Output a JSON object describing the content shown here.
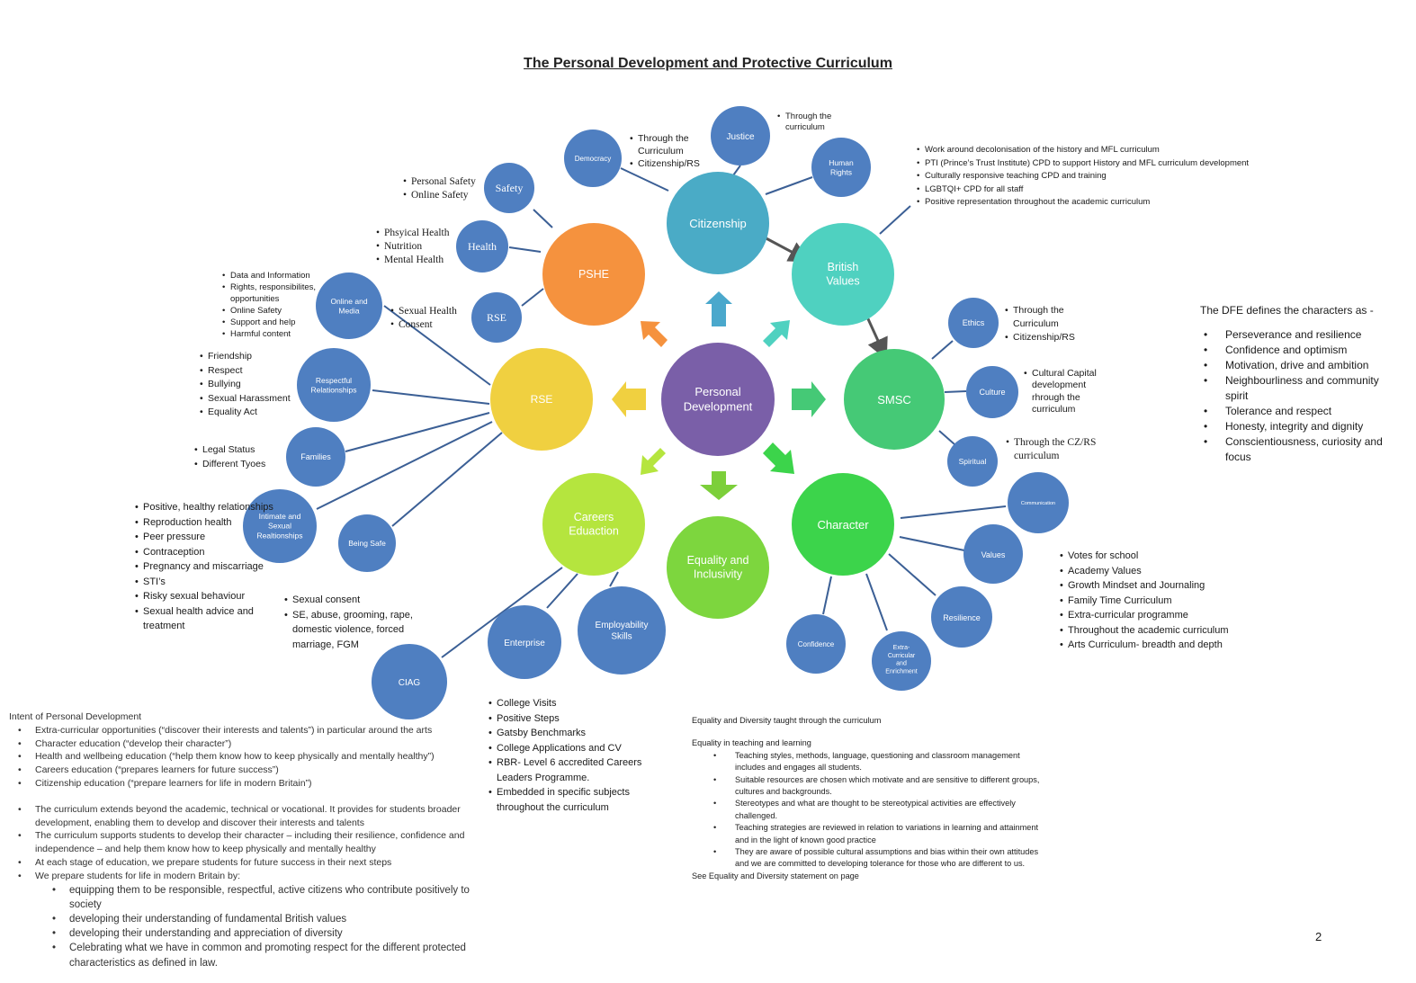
{
  "title": "The Personal Development and Protective Curriculum",
  "colors": {
    "blue": "#4f7fc1",
    "teal": "#4aabc6",
    "orange": "#f5923e",
    "yellow": "#f0d040",
    "purple": "#7a5fa8",
    "green": "#45c976",
    "lime": "#b5e53e",
    "aqua": "#4fd1c0",
    "bright_green": "#3cd44b",
    "line": "#3b5f95"
  },
  "nodes": {
    "personal_development": "Personal Development",
    "citizenship": "Citizenship",
    "british_values": "British Values",
    "smsc": "SMSC",
    "character": "Character",
    "equality": "Equality and Inclusivity",
    "careers": "Careers Eduaction",
    "rse_main": "RSE",
    "pshe": "PSHE",
    "democracy": "Democracy",
    "justice": "Justice",
    "human_rights": "Human Rights",
    "safety": "Safety",
    "health": "Health",
    "rse_small": "RSE",
    "online_media": "Online and Media",
    "respectful": "Respectful Relationships",
    "families": "Families",
    "intimate": "Intimate and Sexual Realtionships",
    "being_safe": "Being Safe",
    "ethics": "Ethics",
    "culture": "Culture",
    "spiritual": "Spiritual",
    "communication": "Communication",
    "values": "Values",
    "resilience": "Resilience",
    "extra_curricular": "Extra-Curricular and Enrichment",
    "confidence": "Confidence",
    "ciag": "CIAG",
    "enterprise": "Enterprise",
    "employability": "Employability Skills"
  },
  "notes": {
    "justice": [
      "Through the curriculum"
    ],
    "democracy": [
      "Through the Curriculum",
      "Citizenship/RS"
    ],
    "british_values": [
      "Work around decolonisation of the history and MFL curriculum",
      "PTI (Prince’s Trust Institute) CPD to support History and MFL curriculum development",
      "Culturally responsive teaching CPD and training",
      "LGBTQI+ CPD for all staff",
      "Positive representation throughout the academic curriculum"
    ],
    "safety": [
      "Personal Safety",
      "Online Safety"
    ],
    "health": [
      "Phsyical Health",
      "Nutrition",
      "Mental Health"
    ],
    "online_media": [
      "Data and Information",
      "Rights, responsibilites, opportunities",
      "Online Safety",
      "Support and help",
      "Harmful content"
    ],
    "rse_small": [
      "Sexual Health",
      "Consent"
    ],
    "respectful": [
      "Friendship",
      "Respect",
      "Bullying",
      "Sexual Harassment",
      "Equality Act"
    ],
    "families": [
      "Legal Status",
      "Different Tyoes"
    ],
    "intimate": [
      "Positive, healthy relationships",
      "Reproduction health",
      "Peer pressure",
      "Contraception",
      "Pregnancy and miscarriage",
      "STI’s",
      "Risky sexual behaviour",
      "Sexual health advice and treatment"
    ],
    "being_safe": [
      "Sexual consent",
      "SE, abuse, grooming, rape, domestic violence, forced marriage, FGM"
    ],
    "ethics": [
      "Through the Curriculum",
      "Citizenship/RS"
    ],
    "culture": [
      "Cultural Capital development rhrough the curriculum"
    ],
    "spiritual": [
      "Through the CZ/RS curriculum"
    ],
    "character": [
      "Votes for school",
      "Academy Values",
      "Growth Mindset and Journaling",
      "Family Time Curriculum",
      "Extra-curricular programme",
      "Throughout the academic curriculum",
      "Arts Curriculum- breadth and depth"
    ],
    "careers": [
      "College Visits",
      "Positive Steps",
      "Gatsby Benchmarks",
      "College Applications and CV",
      "RBR- Level 6 accredited Careers Leaders Programme.",
      "Embedded in specific subjects throughout the curriculum"
    ]
  },
  "dfe": {
    "heading": "The DFE defines the characters as -",
    "items": [
      "Perseverance and resilience",
      "Confidence and optimism",
      "Motivation, drive and ambition",
      "Neighbourliness and community spirit",
      "Tolerance and respect",
      "Honesty, integrity and dignity",
      "Conscientiousness, curiosity and focus"
    ]
  },
  "intent": {
    "heading": "Intent of Personal Development",
    "list1": [
      "Extra-curricular opportunities (“discover their interests and talents”) in particular around the arts",
      "Character education (“develop their character”)",
      "Health and wellbeing education (“help them know how to keep physically and mentally healthy”)",
      "Careers education (“prepares learners for future success”)",
      "Citizenship education (“prepare learners for life in modern Britain”)"
    ],
    "list2": [
      "The curriculum extends beyond the academic, technical or vocational. It provides for students broader development, enabling them to develop and discover their interests and talents",
      "The curriculum supports students to develop their character – including their resilience, confidence and independence – and help them know how to keep physically and mentally healthy",
      "At each stage of education, we prepare students for future success in their next steps",
      "We prepare students for life in modern Britain by:"
    ],
    "sub": [
      "equipping them to be responsible, respectful, active citizens who contribute positively to society",
      "developing their understanding of fundamental British values",
      "developing their understanding and appreciation of diversity",
      "Celebrating what we have in common and promoting respect for the different protected characteristics as defined in law."
    ]
  },
  "equality": {
    "line1": "Equality and Diversity taught through the curriculum",
    "line2": "Equality in teaching and learning",
    "items": [
      "Teaching styles, methods, language, questioning and classroom management includes and engages all students.",
      "Suitable resources are chosen which motivate and are sensitive to different groups, cultures and backgrounds.",
      "Stereotypes and what are thought to be stereotypical activities are effectively challenged.",
      "Teaching strategies are reviewed in relation to variations in learning and attainment and in the light of known good practice",
      "They are aware of possible cultural assumptions and bias within their own attitudes and we are committed to developing tolerance for those who are different to us."
    ],
    "footer": "See Equality and Diversity statement on page"
  },
  "page_number": "2"
}
